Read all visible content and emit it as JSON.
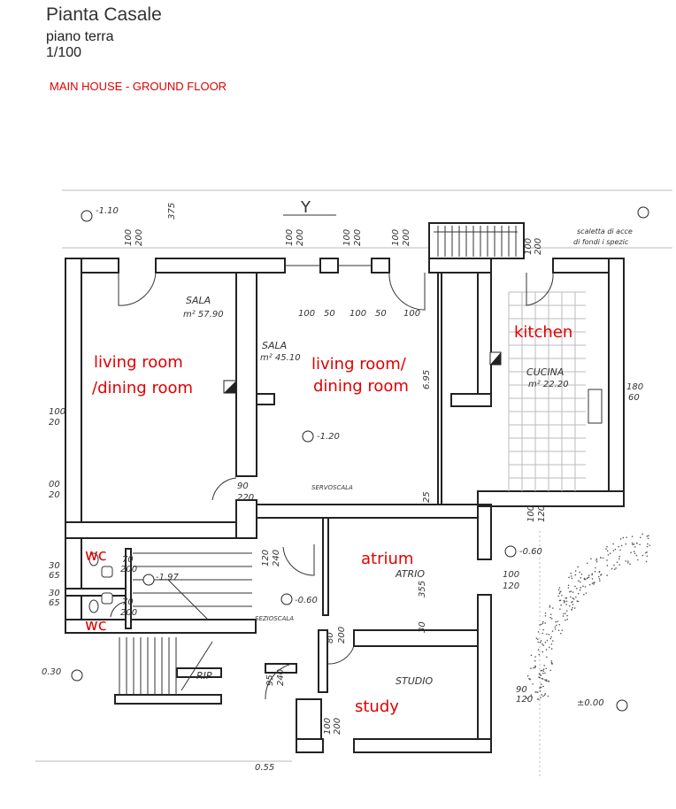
{
  "header": {
    "title": "Pianta Casale",
    "subtitle": "piano terra",
    "scale": "1/100",
    "caption": "MAIN HOUSE - GROUND FLOOR"
  },
  "plan_labels": {
    "sala1": "SALA",
    "sala1_area": "m² 57.90",
    "sala2": "SALA",
    "sala2_area": "m² 45.10",
    "cucina": "CUCINA",
    "cucina_area": "m² 22.20",
    "atrio": "ATRIO",
    "studio": "STUDIO",
    "rip": "RIP",
    "servoscala": "SERVOSCALA",
    "sezioscala": "SEZIOSCALA",
    "scaletta1": "scaletta di acce",
    "scaletta2": "di fondi i spezic",
    "axis": "Y"
  },
  "levels": [
    "-1.10",
    "-1.20",
    "-0.60",
    "-0.60",
    "-1.97",
    "0.30",
    "±0.00",
    "0.55"
  ],
  "dimensions": [
    "375",
    "100",
    "200",
    "100",
    "200",
    "100",
    "200",
    "100",
    "200",
    "100",
    "200",
    "100",
    "50",
    "100",
    "50",
    "100",
    "6.95",
    "180",
    "60",
    "90",
    "220",
    "25",
    "100",
    "120",
    "120",
    "240",
    "355",
    "30",
    "70",
    "200",
    "70",
    "200",
    "30",
    "65",
    "30",
    "65",
    "80",
    "200",
    "95",
    "240",
    "100",
    "200",
    "90",
    "120",
    "100",
    "120",
    "100",
    "20",
    "00",
    "20"
  ],
  "translations": {
    "living1_a": "living room",
    "living1_b": "/dining room",
    "living2_a": "living room/",
    "living2_b": "dining room",
    "kitchen": "kitchen",
    "atrium": "atrium",
    "study": "study",
    "wc1": "wc",
    "wc2": "wc"
  }
}
